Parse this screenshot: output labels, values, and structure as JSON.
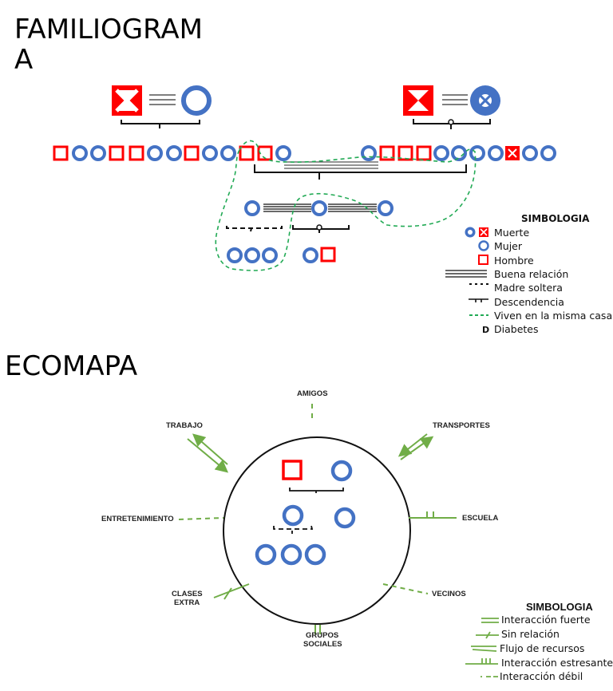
{
  "familiograma": {
    "title": "FAMILIOGRAMA",
    "title_line1": "FAMILIOGRAM",
    "title_line2": "A",
    "grandparents_left": {
      "man": "deceased",
      "woman": "alive",
      "relation": "buena relación"
    },
    "grandparents_right": {
      "man": "deceased",
      "woman": "deceased",
      "relation": "buena relación"
    },
    "generation2_row": [
      "M",
      "F",
      "F",
      "M",
      "M",
      "F",
      "F",
      "M",
      "F",
      "F",
      "M",
      "M",
      "F",
      "F",
      "M",
      "M",
      "M",
      "F",
      "F",
      "F",
      "F",
      "Md",
      "F",
      "F"
    ],
    "generation3": {
      "members": [
        "F",
        "F",
        "F"
      ],
      "relations": [
        "buena relación",
        "buena relación"
      ]
    },
    "generation4_left": [
      "F",
      "F",
      "F"
    ],
    "generation4_right": [
      "F",
      "M"
    ],
    "legend": {
      "title": "SIMBOLOGIA",
      "items": [
        {
          "icon": "death-icon",
          "label": "Muerte"
        },
        {
          "icon": "woman-icon",
          "label": "Mujer"
        },
        {
          "icon": "man-icon",
          "label": "Hombre"
        },
        {
          "icon": "good-relation-icon",
          "label": "Buena relación"
        },
        {
          "icon": "single-mother-icon",
          "label": "Madre soltera"
        },
        {
          "icon": "descendance-icon",
          "label": "Descendencia"
        },
        {
          "icon": "same-house-icon",
          "label": "Viven en la misma casa"
        },
        {
          "icon": "diabetes-icon",
          "symbol": "D",
          "label": "Diabetes"
        }
      ]
    }
  },
  "ecomapa": {
    "title": "ECOMAPA",
    "nodes": [
      {
        "label": "AMIGOS",
        "relation": "Interacción débil"
      },
      {
        "label": "TRANSPORTES",
        "relation": "Flujo de recursos"
      },
      {
        "label": "ESCUELA",
        "relation": "Interacción estresante"
      },
      {
        "label": "VECINOS",
        "relation": "Interacción débil"
      },
      {
        "label_line1": "GRUPOS",
        "label_line2": "SOCIALES",
        "relation": "Interacción fuerte"
      },
      {
        "label_line1": "CLASES",
        "label_line2": "EXTRA",
        "relation": "Sin relación"
      },
      {
        "label": "ENTRETENIMIENTO",
        "relation": "Interacción débil"
      },
      {
        "label": "TRABAJO",
        "relation": "Flujo de recursos"
      }
    ],
    "legend": {
      "title": "SIMBOLOGIA",
      "items": [
        {
          "icon": "strong-interaction-icon",
          "label": "Interacción fuerte"
        },
        {
          "icon": "no-relation-icon",
          "label": "Sin relación"
        },
        {
          "icon": "resource-flow-icon",
          "label": "Flujo de recursos"
        },
        {
          "icon": "stressful-interaction-icon",
          "label": "Interacción estresante"
        },
        {
          "icon": "weak-interaction-icon",
          "label": "Interacción débil"
        }
      ]
    }
  },
  "colors": {
    "man": "#ff0000",
    "woman": "#4472c4",
    "house": "#22aa55",
    "eco_line": "#70ad47",
    "ink": "#111111"
  }
}
